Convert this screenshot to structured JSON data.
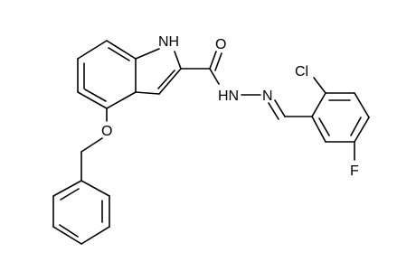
{
  "atoms": {
    "nh": "NH",
    "carbonyl_o": "O",
    "hydrazide_nh": "HN",
    "imine_n": "N",
    "chlorine": "Cl",
    "fluorine": "F",
    "ether_o": "O"
  },
  "colors": {
    "bond": "#000000",
    "label": "#000000",
    "background": "#ffffff"
  }
}
